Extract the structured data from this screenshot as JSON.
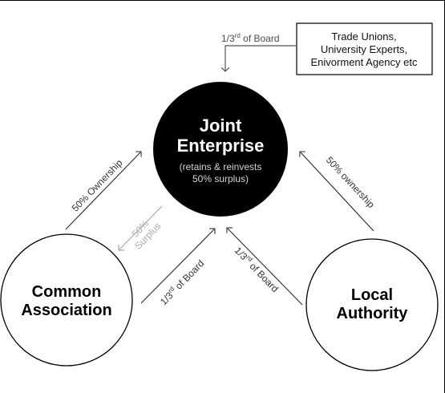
{
  "colors": {
    "background": "#ffffff",
    "frame": "#000000",
    "joint_fill": "#000000",
    "joint_title": "#ffffff",
    "joint_sub": "#d4d4d4",
    "connector": "#333333",
    "connector_label": "#4a4a4a",
    "surplus": "#aaaaaa"
  },
  "trade_box": {
    "line1": "Trade Unions,",
    "line2": "University Experts,",
    "line3": "Enivorment Agency etc"
  },
  "board_top": {
    "fraction": "1/3",
    "sup": "rd",
    "rest": " of Board"
  },
  "joint": {
    "title1": "Joint",
    "title2": "Enterprise",
    "sub1": "(retains & reinvests",
    "sub2": "50% surplus)"
  },
  "common": {
    "line1": "Common",
    "line2": "Association"
  },
  "local": {
    "line1": "Local",
    "line2": "Authority"
  },
  "ownership_left": "50% Ownership",
  "ownership_right": "50% ownership",
  "surplus": {
    "line1": "50%",
    "line2": "Surplus"
  },
  "board_left": {
    "fraction": "1/3",
    "sup": "rd",
    "rest": " of Board"
  },
  "board_right": {
    "fraction": "1/3",
    "sup": "rd",
    "rest": " of Board"
  }
}
